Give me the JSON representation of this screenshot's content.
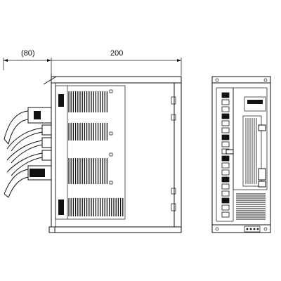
{
  "dimensions": {
    "left_width": "(80)",
    "main_width": "200"
  },
  "views": [
    "side-view",
    "front-view"
  ]
}
